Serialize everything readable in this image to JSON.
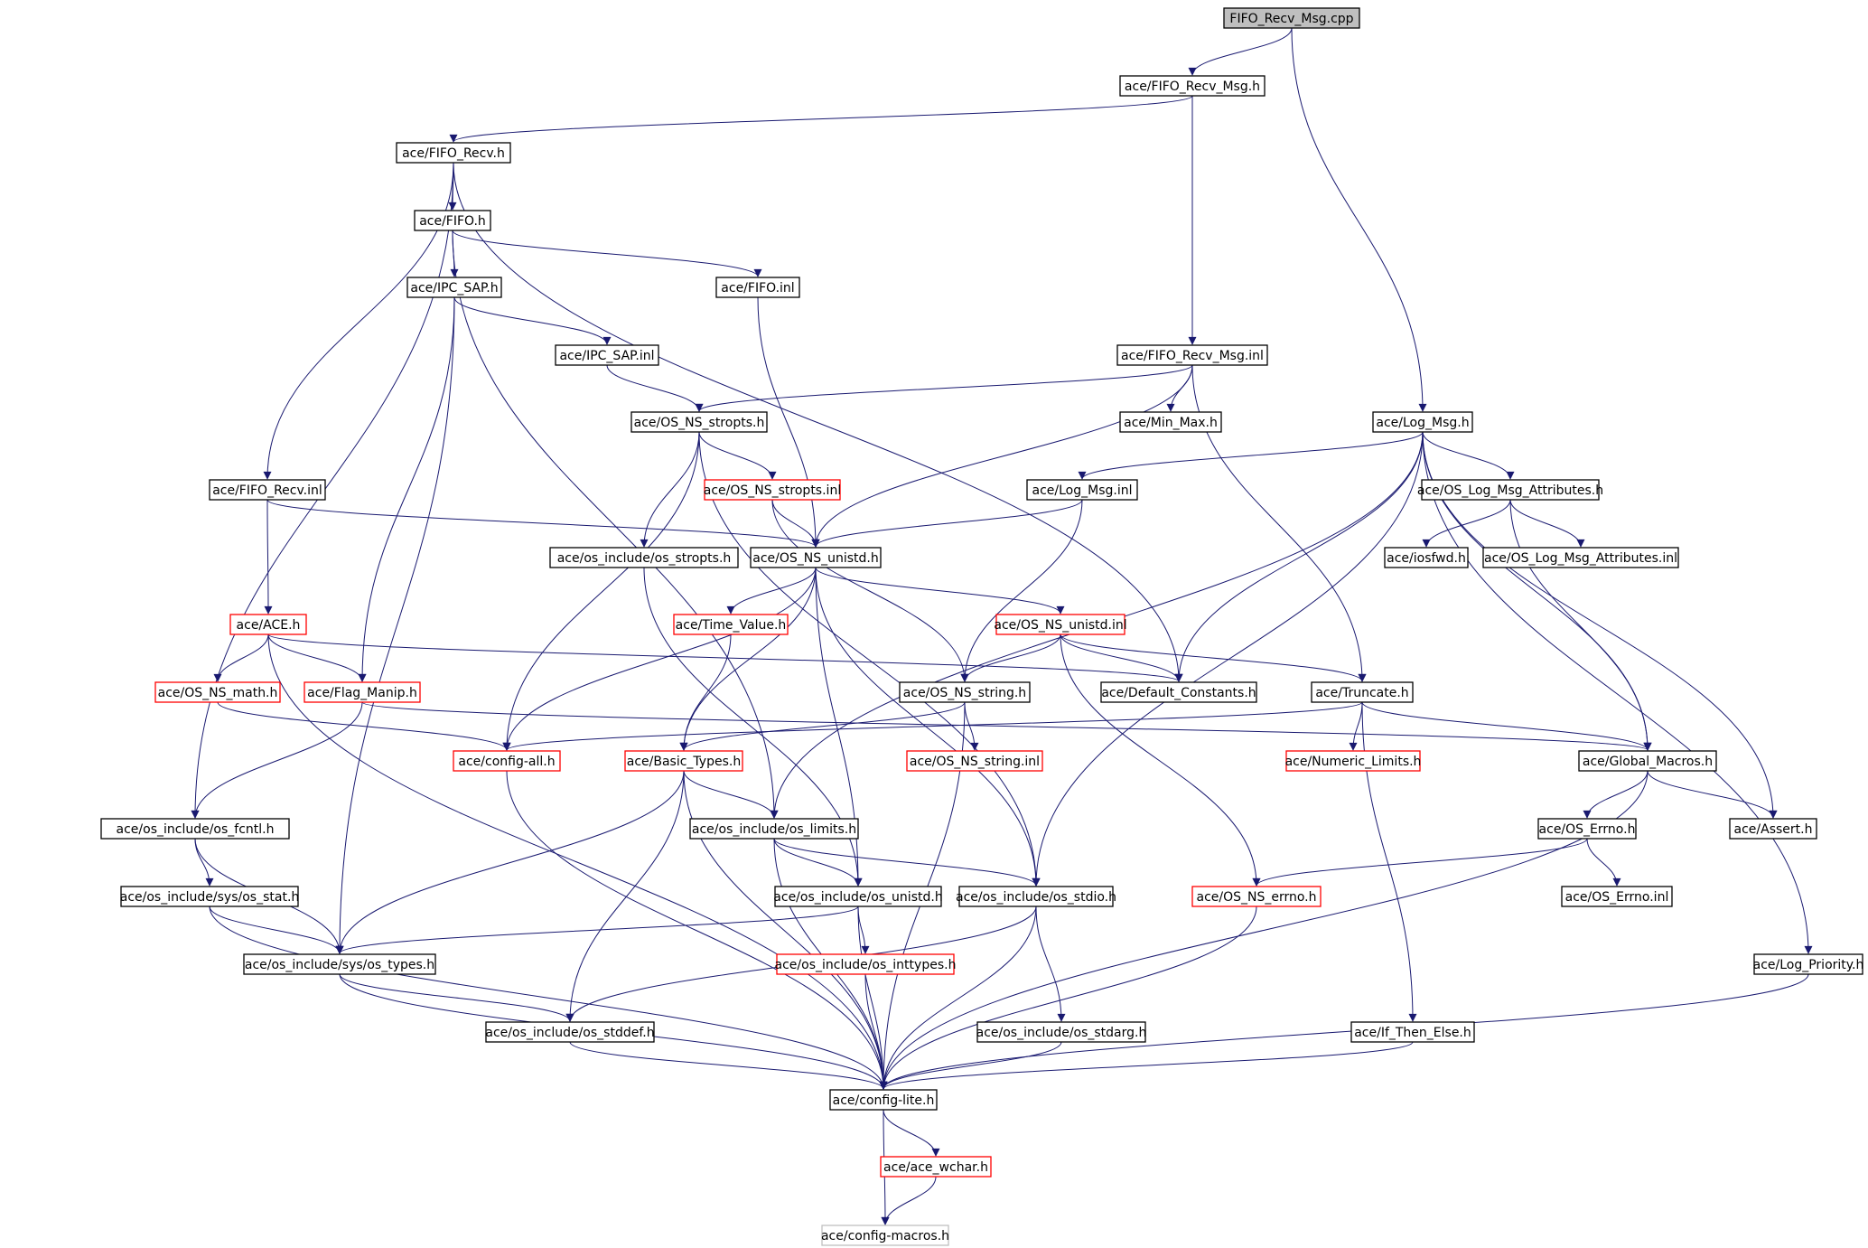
{
  "colors": {
    "edge": "#191970",
    "arrowhead": "#191970",
    "node_border_default": "#000000",
    "node_border_incomplete": "#ff0000",
    "node_border_external": "#bfbfbf",
    "root_fill": "#bfbfbf",
    "node_fill": "#ffffff"
  },
  "nodes": {
    "root": {
      "label": "FIFO_Recv_Msg.cpp",
      "kind": "root"
    },
    "fifo_recv_msg_h": {
      "label": "ace/FIFO_Recv_Msg.h",
      "kind": "default"
    },
    "fifo_recv_h": {
      "label": "ace/FIFO_Recv.h",
      "kind": "default"
    },
    "fifo_h": {
      "label": "ace/FIFO.h",
      "kind": "default"
    },
    "ipc_sap_h": {
      "label": "ace/IPC_SAP.h",
      "kind": "default"
    },
    "fifo_inl": {
      "label": "ace/FIFO.inl",
      "kind": "default"
    },
    "ipc_sap_inl": {
      "label": "ace/IPC_SAP.inl",
      "kind": "default"
    },
    "fifo_recv_msg_inl": {
      "label": "ace/FIFO_Recv_Msg.inl",
      "kind": "default"
    },
    "os_ns_stropts_h": {
      "label": "ace/OS_NS_stropts.h",
      "kind": "default"
    },
    "min_max_h": {
      "label": "ace/Min_Max.h",
      "kind": "default"
    },
    "log_msg_h": {
      "label": "ace/Log_Msg.h",
      "kind": "default"
    },
    "fifo_recv_inl": {
      "label": "ace/FIFO_Recv.inl",
      "kind": "default"
    },
    "os_ns_stropts_inl": {
      "label": "ace/OS_NS_stropts.inl",
      "kind": "incomplete"
    },
    "log_msg_inl": {
      "label": "ace/Log_Msg.inl",
      "kind": "default"
    },
    "os_log_msg_attributes_h": {
      "label": "ace/OS_Log_Msg_Attributes.h",
      "kind": "default"
    },
    "os_include_os_stropts_h": {
      "label": "ace/os_include/os_stropts.h",
      "kind": "default"
    },
    "os_ns_unistd_h": {
      "label": "ace/OS_NS_unistd.h",
      "kind": "default"
    },
    "iosfwd_h": {
      "label": "ace/iosfwd.h",
      "kind": "default"
    },
    "os_log_msg_attributes_inl": {
      "label": "ace/OS_Log_Msg_Attributes.inl",
      "kind": "default"
    },
    "ace_h": {
      "label": "ace/ACE.h",
      "kind": "incomplete"
    },
    "time_value_h": {
      "label": "ace/Time_Value.h",
      "kind": "incomplete"
    },
    "os_ns_unistd_inl": {
      "label": "ace/OS_NS_unistd.inl",
      "kind": "incomplete"
    },
    "os_ns_math_h": {
      "label": "ace/OS_NS_math.h",
      "kind": "incomplete"
    },
    "flag_manip_h": {
      "label": "ace/Flag_Manip.h",
      "kind": "incomplete"
    },
    "os_ns_string_h": {
      "label": "ace/OS_NS_string.h",
      "kind": "default"
    },
    "default_constants_h": {
      "label": "ace/Default_Constants.h",
      "kind": "default"
    },
    "truncate_h": {
      "label": "ace/Truncate.h",
      "kind": "default"
    },
    "config_all_h": {
      "label": "ace/config-all.h",
      "kind": "incomplete"
    },
    "basic_types_h": {
      "label": "ace/Basic_Types.h",
      "kind": "incomplete"
    },
    "os_ns_string_inl": {
      "label": "ace/OS_NS_string.inl",
      "kind": "incomplete"
    },
    "numeric_limits_h": {
      "label": "ace/Numeric_Limits.h",
      "kind": "incomplete"
    },
    "global_macros_h": {
      "label": "ace/Global_Macros.h",
      "kind": "default"
    },
    "os_include_os_fcntl_h": {
      "label": "ace/os_include/os_fcntl.h",
      "kind": "default"
    },
    "os_include_os_limits_h": {
      "label": "ace/os_include/os_limits.h",
      "kind": "default"
    },
    "os_errno_h": {
      "label": "ace/OS_Errno.h",
      "kind": "default"
    },
    "assert_h": {
      "label": "ace/Assert.h",
      "kind": "default"
    },
    "os_include_sys_os_stat_h": {
      "label": "ace/os_include/sys/os_stat.h",
      "kind": "default"
    },
    "os_include_os_unistd_h": {
      "label": "ace/os_include/os_unistd.h",
      "kind": "default"
    },
    "os_include_os_stdio_h": {
      "label": "ace/os_include/os_stdio.h",
      "kind": "default"
    },
    "os_ns_errno_h": {
      "label": "ace/OS_NS_errno.h",
      "kind": "incomplete"
    },
    "os_errno_inl": {
      "label": "ace/OS_Errno.inl",
      "kind": "default"
    },
    "os_include_sys_os_types_h": {
      "label": "ace/os_include/sys/os_types.h",
      "kind": "default"
    },
    "os_include_os_inttypes_h": {
      "label": "ace/os_include/os_inttypes.h",
      "kind": "incomplete"
    },
    "log_priority_h": {
      "label": "ace/Log_Priority.h",
      "kind": "default"
    },
    "os_include_os_stddef_h": {
      "label": "ace/os_include/os_stddef.h",
      "kind": "default"
    },
    "os_include_os_stdarg_h": {
      "label": "ace/os_include/os_stdarg.h",
      "kind": "default"
    },
    "if_then_else_h": {
      "label": "ace/If_Then_Else.h",
      "kind": "default"
    },
    "config_lite_h": {
      "label": "ace/config-lite.h",
      "kind": "default"
    },
    "ace_wchar_h": {
      "label": "ace/ace_wchar.h",
      "kind": "incomplete"
    },
    "config_macros_h": {
      "label": "ace/config-macros.h",
      "kind": "external"
    }
  },
  "edges": [
    [
      "root",
      "fifo_recv_msg_h"
    ],
    [
      "root",
      "log_msg_h"
    ],
    [
      "fifo_recv_msg_h",
      "fifo_recv_h"
    ],
    [
      "fifo_recv_msg_h",
      "fifo_recv_msg_inl"
    ],
    [
      "fifo_recv_h",
      "fifo_h"
    ],
    [
      "fifo_recv_h",
      "fifo_recv_inl"
    ],
    [
      "fifo_recv_h",
      "default_constants_h"
    ],
    [
      "fifo_recv_h",
      "os_include_os_fcntl_h"
    ],
    [
      "fifo_h",
      "ipc_sap_h"
    ],
    [
      "fifo_h",
      "fifo_inl"
    ],
    [
      "fifo_h",
      "os_include_os_limits_h"
    ],
    [
      "ipc_sap_h",
      "ipc_sap_inl"
    ],
    [
      "ipc_sap_h",
      "flag_manip_h"
    ],
    [
      "ipc_sap_h",
      "os_include_sys_os_types_h"
    ],
    [
      "ipc_sap_inl",
      "os_ns_stropts_h"
    ],
    [
      "fifo_inl",
      "os_ns_unistd_h"
    ],
    [
      "fifo_recv_msg_inl",
      "os_ns_stropts_h"
    ],
    [
      "fifo_recv_msg_inl",
      "min_max_h"
    ],
    [
      "fifo_recv_msg_inl",
      "os_ns_unistd_h"
    ],
    [
      "fifo_recv_msg_inl",
      "truncate_h"
    ],
    [
      "os_ns_stropts_h",
      "os_ns_stropts_inl"
    ],
    [
      "os_ns_stropts_h",
      "os_include_os_stropts_h"
    ],
    [
      "os_ns_stropts_h",
      "config_all_h"
    ],
    [
      "os_ns_stropts_h",
      "os_include_os_stdio_h"
    ],
    [
      "os_ns_stropts_inl",
      "os_ns_unistd_h"
    ],
    [
      "os_ns_stropts_inl",
      "os_ns_string_h"
    ],
    [
      "os_include_os_stropts_h",
      "os_include_os_unistd_h"
    ],
    [
      "fifo_recv_inl",
      "ace_h"
    ],
    [
      "fifo_recv_inl",
      "os_ns_unistd_h"
    ],
    [
      "log_msg_h",
      "log_msg_inl"
    ],
    [
      "log_msg_h",
      "os_log_msg_attributes_h"
    ],
    [
      "log_msg_h",
      "default_constants_h"
    ],
    [
      "log_msg_h",
      "global_macros_h"
    ],
    [
      "log_msg_h",
      "assert_h"
    ],
    [
      "log_msg_h",
      "log_priority_h"
    ],
    [
      "log_msg_h",
      "os_include_os_limits_h"
    ],
    [
      "log_msg_h",
      "os_include_os_stdio_h"
    ],
    [
      "log_msg_inl",
      "os_ns_unistd_h"
    ],
    [
      "log_msg_inl",
      "os_ns_string_h"
    ],
    [
      "os_log_msg_attributes_h",
      "iosfwd_h"
    ],
    [
      "os_log_msg_attributes_h",
      "os_log_msg_attributes_inl"
    ],
    [
      "os_log_msg_attributes_h",
      "global_macros_h"
    ],
    [
      "os_ns_unistd_h",
      "time_value_h"
    ],
    [
      "os_ns_unistd_h",
      "os_ns_unistd_inl"
    ],
    [
      "os_ns_unistd_h",
      "basic_types_h"
    ],
    [
      "os_ns_unistd_h",
      "config_all_h"
    ],
    [
      "os_ns_unistd_h",
      "os_include_os_unistd_h"
    ],
    [
      "os_ns_unistd_h",
      "os_include_os_stdio_h"
    ],
    [
      "ace_h",
      "os_ns_math_h"
    ],
    [
      "ace_h",
      "flag_manip_h"
    ],
    [
      "ace_h",
      "default_constants_h"
    ],
    [
      "ace_h",
      "config_lite_h"
    ],
    [
      "time_value_h",
      "basic_types_h"
    ],
    [
      "os_ns_unistd_inl",
      "os_ns_string_h"
    ],
    [
      "os_ns_unistd_inl",
      "default_constants_h"
    ],
    [
      "os_ns_unistd_inl",
      "truncate_h"
    ],
    [
      "os_ns_unistd_inl",
      "os_ns_errno_h"
    ],
    [
      "os_ns_math_h",
      "config_all_h"
    ],
    [
      "flag_manip_h",
      "os_include_os_fcntl_h"
    ],
    [
      "flag_manip_h",
      "global_macros_h"
    ],
    [
      "os_ns_string_h",
      "os_ns_string_inl"
    ],
    [
      "os_ns_string_h",
      "basic_types_h"
    ],
    [
      "os_ns_string_h",
      "config_lite_h"
    ],
    [
      "truncate_h",
      "config_all_h"
    ],
    [
      "truncate_h",
      "numeric_limits_h"
    ],
    [
      "truncate_h",
      "global_macros_h"
    ],
    [
      "truncate_h",
      "if_then_else_h"
    ],
    [
      "config_all_h",
      "config_lite_h"
    ],
    [
      "basic_types_h",
      "os_include_os_limits_h"
    ],
    [
      "basic_types_h",
      "os_include_sys_os_types_h"
    ],
    [
      "basic_types_h",
      "os_include_os_stddef_h"
    ],
    [
      "basic_types_h",
      "config_lite_h"
    ],
    [
      "global_macros_h",
      "os_errno_h"
    ],
    [
      "global_macros_h",
      "assert_h"
    ],
    [
      "global_macros_h",
      "config_lite_h"
    ],
    [
      "os_include_os_fcntl_h",
      "os_include_sys_os_stat_h"
    ],
    [
      "os_include_os_fcntl_h",
      "os_include_sys_os_types_h"
    ],
    [
      "os_include_os_limits_h",
      "os_include_os_unistd_h"
    ],
    [
      "os_include_os_limits_h",
      "os_include_os_stdio_h"
    ],
    [
      "os_include_os_limits_h",
      "config_lite_h"
    ],
    [
      "os_errno_h",
      "os_ns_errno_h"
    ],
    [
      "os_errno_h",
      "os_errno_inl"
    ],
    [
      "os_include_sys_os_stat_h",
      "os_include_sys_os_types_h"
    ],
    [
      "os_include_sys_os_stat_h",
      "config_lite_h"
    ],
    [
      "os_include_os_unistd_h",
      "os_include_sys_os_types_h"
    ],
    [
      "os_include_os_unistd_h",
      "os_include_os_inttypes_h"
    ],
    [
      "os_include_os_unistd_h",
      "config_lite_h"
    ],
    [
      "os_include_os_stdio_h",
      "os_include_os_stddef_h"
    ],
    [
      "os_include_os_stdio_h",
      "os_include_os_stdarg_h"
    ],
    [
      "os_include_os_stdio_h",
      "config_lite_h"
    ],
    [
      "os_ns_errno_h",
      "config_lite_h"
    ],
    [
      "os_include_sys_os_types_h",
      "os_include_os_stddef_h"
    ],
    [
      "os_include_sys_os_types_h",
      "config_lite_h"
    ],
    [
      "os_include_os_inttypes_h",
      "config_lite_h"
    ],
    [
      "os_include_os_stddef_h",
      "config_lite_h"
    ],
    [
      "os_include_os_stdarg_h",
      "config_lite_h"
    ],
    [
      "if_then_else_h",
      "config_lite_h"
    ],
    [
      "log_priority_h",
      "config_lite_h"
    ],
    [
      "config_lite_h",
      "ace_wchar_h"
    ],
    [
      "config_lite_h",
      "config_macros_h"
    ],
    [
      "ace_wchar_h",
      "config_macros_h"
    ]
  ]
}
